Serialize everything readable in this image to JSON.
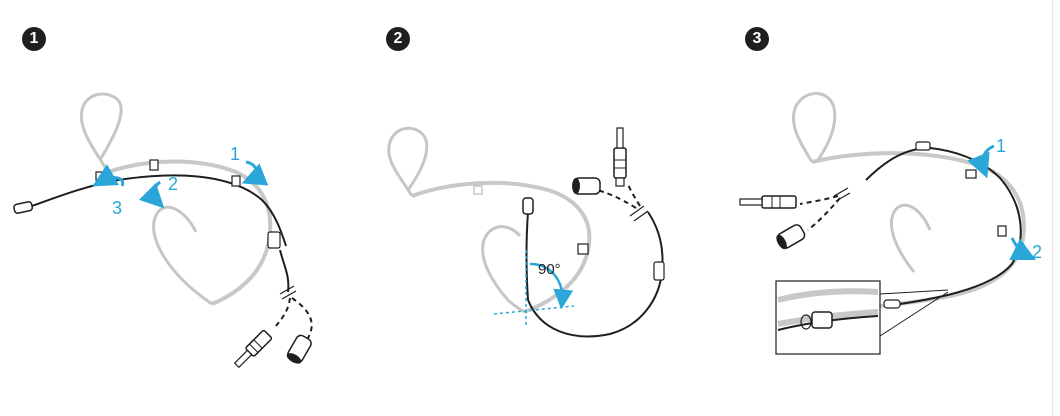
{
  "steps": [
    {
      "number": "1",
      "arrows": [
        "1",
        "2",
        "3"
      ]
    },
    {
      "number": "2",
      "angle_label": "90°"
    },
    {
      "number": "3",
      "arrows": [
        "1",
        "2"
      ]
    }
  ],
  "colors": {
    "accent": "#2aa7d8",
    "frame": "#c8c8c8",
    "cable": "#1f1f1f",
    "badge": "#1f1f1f"
  }
}
